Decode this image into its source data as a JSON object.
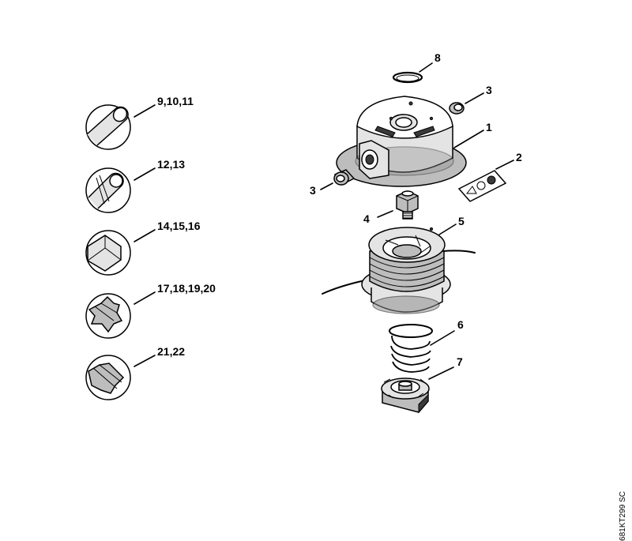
{
  "cross_section_labels": [
    "9,10,11",
    "12,13",
    "14,15,16",
    "17,18,19,20",
    "21,22"
  ],
  "part_labels": {
    "cover_ring": "8",
    "eyelet_right": "3",
    "housing": "1",
    "warning_label": "2",
    "eyelet_left": "3",
    "threaded_stud": "4",
    "spool": "5",
    "spring": "6",
    "base_cap": "7"
  },
  "reference_code": "681KT299 SC"
}
